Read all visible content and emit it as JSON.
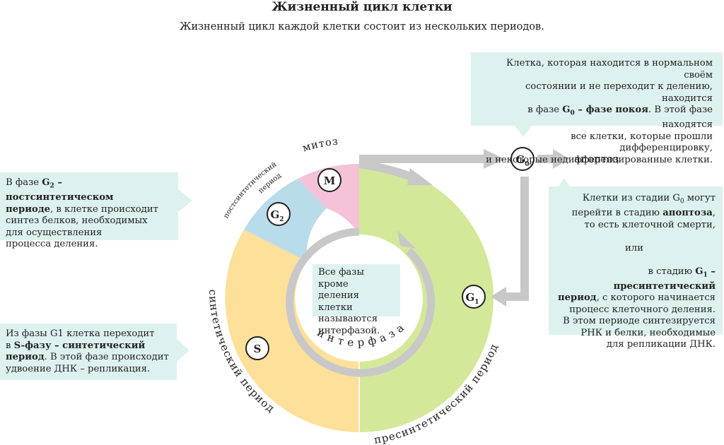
{
  "title": "Жизненный цикл клетки",
  "subtitle": "Жизненный цикл каждой клетки состоит из нескольких периодов.",
  "colors": {
    "g1": "#d4e89a",
    "s": "#fde09a",
    "g2": "#b9dceb",
    "m": "#f5c2d8",
    "arrow": "#c8c8c8",
    "box": "#ddf2ee"
  },
  "phases": {
    "m": {
      "badge": "M",
      "label": "митоз"
    },
    "g2": {
      "badge": "G",
      "sub": "2",
      "label_line1": "постсинтетический",
      "label_line2": "период"
    },
    "s": {
      "badge": "S",
      "label": "синтетический период"
    },
    "g1": {
      "badge": "G",
      "sub": "1",
      "label": "пресинтетический период"
    },
    "g0": {
      "badge": "G",
      "sub": "0"
    }
  },
  "interphase_label": "интерфаза",
  "apoptosis_label": "апоптоз",
  "boxes": {
    "g0_info": {
      "l1": "Клетка, которая находится в нормальном своём",
      "l2": "состоянии и не переходит к делению, находится",
      "l3_a": "в фазе ",
      "l3_b1": "G",
      "l3_sub": "0",
      "l3_b2": " – фазе покоя",
      "l3_c": ". В этой фазе находятся",
      "l4": "все клетки, которые прошли дифференцировку,",
      "l5": "и некоторые недифференцированные клетки."
    },
    "g2_info": {
      "l1_a": "В фазе ",
      "l1_b1": "G",
      "l1_sub": "2",
      "l1_b2": " – постсинтетическом",
      "l2_b": "периоде",
      "l2_c": ", в клетке происходит",
      "l3": "синтез белков, необходимых",
      "l4": "для осуществления",
      "l5": "процесса деления."
    },
    "s_info": {
      "l1": "Из фазы G1 клетка переходит",
      "l2_a": "в ",
      "l2_b": "S-фазу – синтетический",
      "l3_b": "период",
      "l3_c": ". В этой фазе происходит",
      "l4": "удвоение ДНК – репликация."
    },
    "center_info": {
      "l1": "Все фазы кроме",
      "l2": "деления клетки",
      "l3": "называются",
      "l4": "интерфазой."
    },
    "g1_info": {
      "l1_a": "Клетки из стадии G",
      "l1_sub": "0",
      "l1_b": " могут",
      "l2_a": "перейти в стадию ",
      "l2_b": "апоптоза",
      "l2_c": ",",
      "l3": "то есть клеточной смерти,",
      "l4": "или",
      "l5_a": "в стадию ",
      "l5_b1": "G",
      "l5_sub": "1",
      "l5_b2": " – пресинтетический",
      "l6_b": "период",
      "l6_c": ", с которого начинается",
      "l7": "процесс клеточного деления.",
      "l8": "В этом периоде синтезируется",
      "l9": "РНК и белки, необходимые",
      "l10": "для репликации ДНК."
    }
  }
}
